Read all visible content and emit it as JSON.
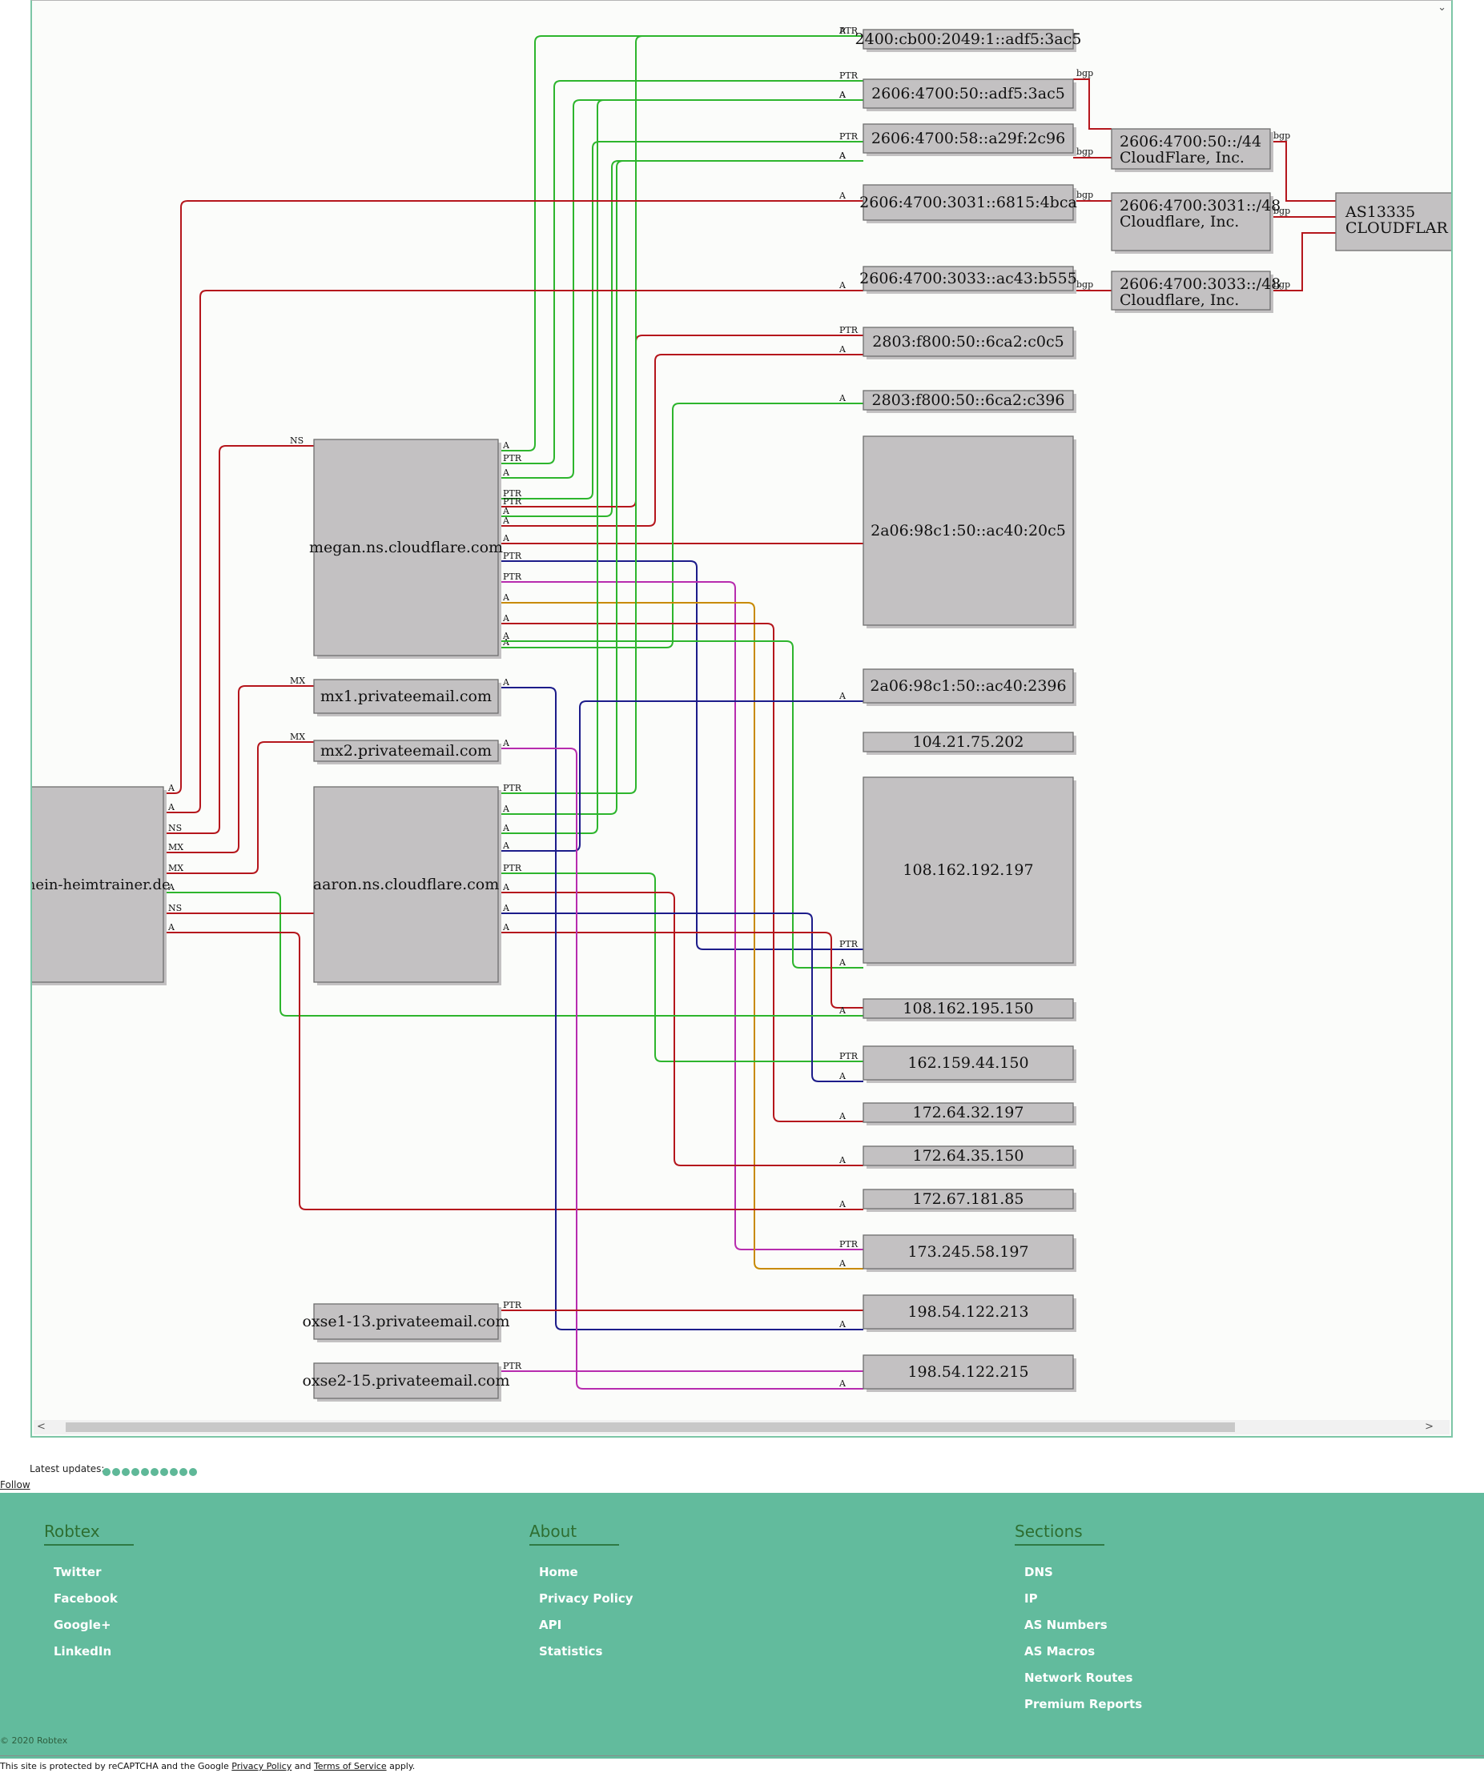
{
  "graph": {
    "domain": "mein-heimtrainer.de",
    "nameservers": [
      "megan.ns.cloudflare.com",
      "aaron.ns.cloudflare.com"
    ],
    "mail": [
      "mx1.privateemail.com",
      "mx2.privateemail.com",
      "oxse1-13.privateemail.com",
      "oxse2-15.privateemail.com"
    ],
    "ips": [
      "2400:cb00:2049:1::adf5:3ac5",
      "2606:4700:50::adf5:3ac5",
      "2606:4700:58::a29f:2c96",
      "2606:4700:3031::6815:4bca",
      "2606:4700:3033::ac43:b555",
      "2803:f800:50::6ca2:c0c5",
      "2803:f800:50::6ca2:c396",
      "2a06:98c1:50::ac40:20c5",
      "2a06:98c1:50::ac40:2396",
      "104.21.75.202",
      "108.162.192.197",
      "108.162.195.150",
      "162.159.44.150",
      "172.64.32.197",
      "172.64.35.150",
      "172.67.181.85",
      "173.245.58.197",
      "198.54.122.213",
      "198.54.122.215"
    ],
    "routes": [
      {
        "prefix": "2606:4700:50::/44",
        "owner": "CloudFlare, Inc."
      },
      {
        "prefix": "2606:4700:3031::/48",
        "owner": "Cloudflare, Inc."
      },
      {
        "prefix": "2606:4700:3033::/48",
        "owner": "Cloudflare, Inc."
      }
    ],
    "as": {
      "number": "AS13335",
      "name": "CLOUDFLAR"
    },
    "edge_labels": {
      "a": "A",
      "ptr": "PTR",
      "ns": "NS",
      "mx": "MX",
      "bgp": "bgp"
    },
    "colors": {
      "red": "#b5161c",
      "green": "#2db52d",
      "navy": "#1c1c8a",
      "magenta": "#b72cae",
      "orange": "#c88a00"
    }
  },
  "scroll": {
    "left_arrow": "<",
    "right_arrow": ">",
    "down_arrow": "⌄"
  },
  "updates": {
    "label": "Latest updates:",
    "count": 10
  },
  "follow": "Follow",
  "footer": {
    "columns": [
      {
        "title": "Robtex",
        "links": [
          "Twitter",
          "Facebook",
          "Google+",
          "LinkedIn"
        ]
      },
      {
        "title": "About",
        "links": [
          "Home",
          "Privacy Policy",
          "API",
          "Statistics"
        ]
      },
      {
        "title": "Sections",
        "links": [
          "DNS",
          "IP",
          "AS Numbers",
          "AS Macros",
          "Network Routes",
          "Premium Reports"
        ]
      }
    ],
    "copyright": "© 2020 Robtex"
  },
  "recaptcha": {
    "prefix": "This site is protected by reCAPTCHA and the Google",
    "privacy": "Privacy Policy",
    "and": "and",
    "terms": "Terms of Service",
    "suffix": "apply."
  }
}
